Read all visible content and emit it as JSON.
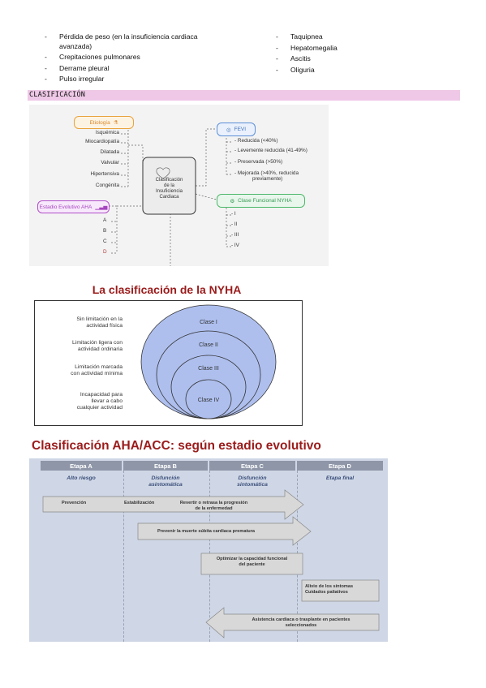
{
  "bullets_left": [
    [
      "Pérdida de peso (en la insuficiencia cardiaca",
      "avanzada)"
    ],
    [
      "Crepitaciones pulmonares"
    ],
    [
      "Derrame pleural"
    ],
    [
      "Pulso irregular"
    ]
  ],
  "bullets_right": [
    "Taquipnea",
    "Hepatomegalia",
    "Ascitis",
    "Oliguria"
  ],
  "bullet_dash": "-",
  "section_title": "CLASIFICACIÓN",
  "mindmap": {
    "center": [
      "Clasificación",
      "de la",
      "Insuficiencia",
      "Cardiaca"
    ],
    "etiologia_title": "Etiología",
    "etiologia_items": [
      "Isquémica",
      "Miocardiopatía",
      "Dilatada",
      "Valvular",
      "Hipertensiva",
      "Congénita"
    ],
    "estadio_title": "Estadio Evolutivo AHA",
    "estadio_items": [
      "A",
      "B",
      "C",
      "D"
    ],
    "fevi_title": "FEVI",
    "fevi_items": [
      "Reducida (<40%)",
      "Levemente reducida (41-49%)",
      "Preservada (>50%)",
      "Mejorada (>40%, reducida",
      "previamente)"
    ],
    "nyha_title": "Clase Funcional NYHA",
    "nyha_items": [
      "I",
      "II",
      "III",
      "IV"
    ],
    "colors": {
      "etiologia": "#e8a33d",
      "estadio": "#b24fc9",
      "fevi": "#5b8fd6",
      "nyha": "#4fb86b"
    }
  },
  "nyha": {
    "title": "La clasificación de la NYHA",
    "descriptions": [
      [
        "Sin limitación en la",
        "actividad física"
      ],
      [
        "Limitación ligera con",
        "actividad ordinaria"
      ],
      [
        "Limitación marcada",
        "con actividad mínima"
      ],
      [
        "Incapacidad para",
        "llevar a cabo",
        "cualquier actividad"
      ]
    ],
    "classes": [
      "Clase I",
      "Clase II",
      "Clase III",
      "Clase IV"
    ],
    "color": "#aebfee"
  },
  "aha": {
    "title": "Clasificación AHA/ACC: según estadio evolutivo",
    "stages": [
      "Etapa A",
      "Etapa B",
      "Etapa C",
      "Etapa D"
    ],
    "stage_subtitles": [
      [
        "Alto riesgo"
      ],
      [
        "Disfunción",
        "asintomática"
      ],
      [
        "Disfunción",
        "sintomática"
      ],
      [
        "Etapa final"
      ]
    ],
    "arrow1": {
      "prevencion": "Prevención",
      "estabilizacion": "Estabilización",
      "revertir": [
        "Revertir o retrasa la progresión",
        "de la enfermedad"
      ]
    },
    "arrow2": "Prevenir la muerte súbita cardiaca prematura",
    "box3": [
      "Optimizar la capacidad funcional",
      "del paciente"
    ],
    "box4": [
      "Alivio de los síntomas",
      "Cuidados paliativos"
    ],
    "arrow5": [
      "Asistencia cardiaca o trasplante en pacientes",
      "seleccionados"
    ],
    "title_color": "#9b1b1b"
  }
}
